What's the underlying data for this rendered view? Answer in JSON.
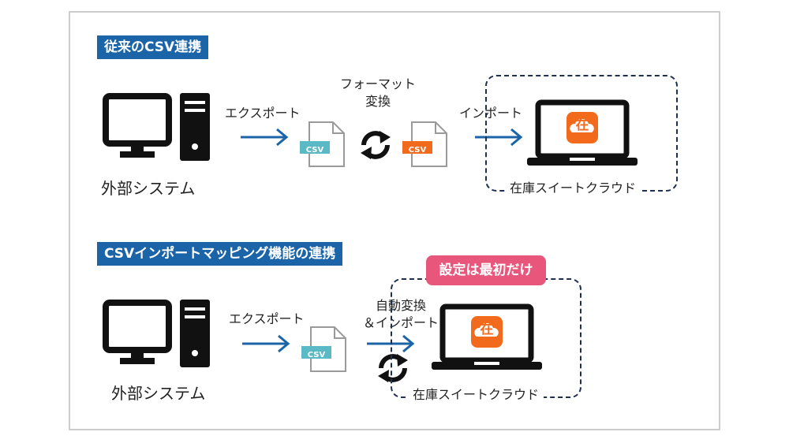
{
  "section1": {
    "heading": "従来のCSV連携",
    "external_system": "外部システム",
    "export_label": "エクスポート",
    "format_line1": "フォーマット",
    "format_line2": "変換",
    "import_label": "インポート",
    "target_system": "在庫スイートクラウド",
    "csv_file_1": "CSV",
    "csv_file_2": "CSV"
  },
  "section2": {
    "heading": "CSVインポートマッピング機能の連携",
    "external_system": "外部システム",
    "export_label": "エクスポート",
    "auto_line1": "自動変換",
    "auto_line2": "＆インポート",
    "target_system": "在庫スイートクラウド",
    "csv_file": "CSV",
    "badge": "設定は最初だけ"
  },
  "app_icon_char": "在",
  "colors": {
    "heading_bg": "#1b64a8",
    "arrow": "#1b64a8",
    "csv_teal": "#5bb8c5",
    "csv_orange": "#f26b1d",
    "app_orange": "#f26b1d",
    "badge_pink": "#e8567c",
    "dark": "#111111"
  },
  "icons": [
    "desktop-computer-icon",
    "csv-file-icon",
    "sync-icon",
    "laptop-icon",
    "arrow-right-icon"
  ]
}
